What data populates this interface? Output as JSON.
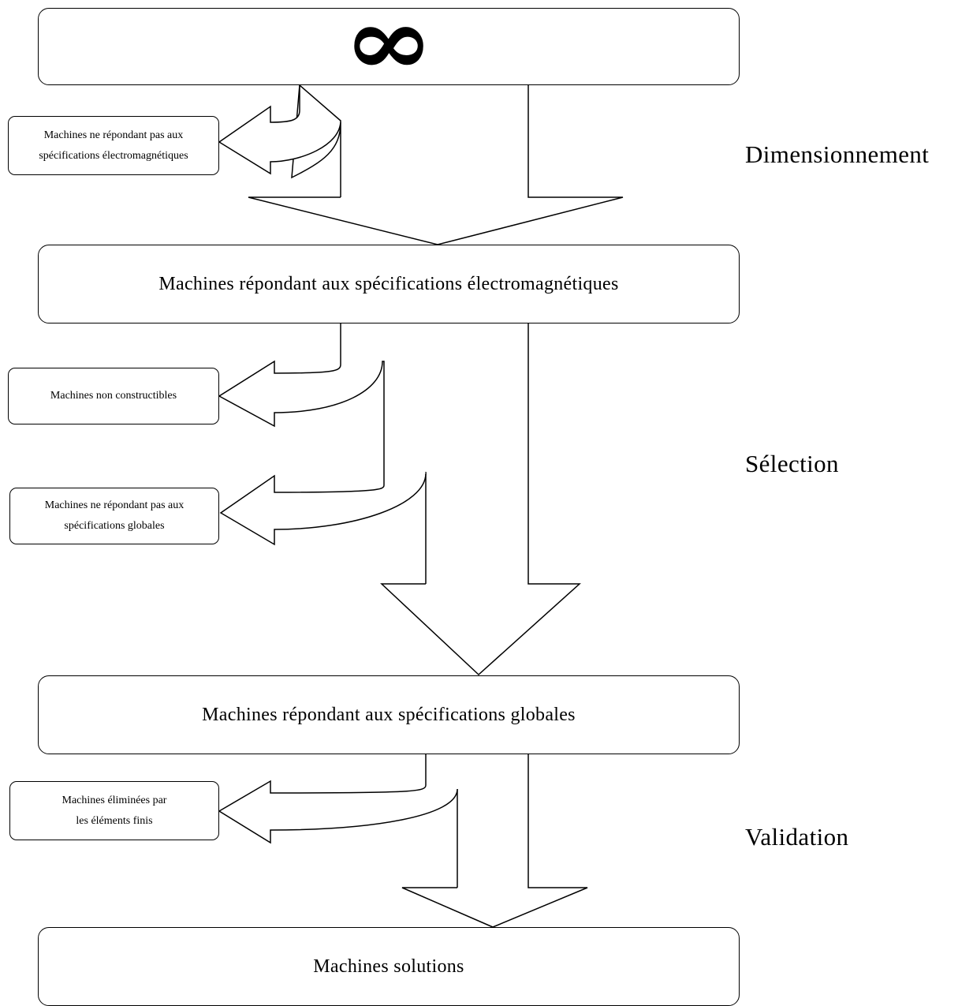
{
  "start": {
    "symbol": "∞"
  },
  "steps": [
    {
      "label": "Machines répondant aux spécifications électromagnétiques"
    },
    {
      "label": "Machines répondant aux spécifications globales"
    },
    {
      "label": "Machines solutions"
    }
  ],
  "rejects": [
    {
      "label": "Machines ne répondant pas aux\nspécifications électromagnétiques"
    },
    {
      "label": "Machines non constructibles"
    },
    {
      "label": "Machines ne répondant pas aux\nspécifications globales"
    },
    {
      "label": "Machines éliminées par\nles éléments finis"
    }
  ],
  "phases": [
    {
      "label": "Dimensionnement"
    },
    {
      "label": "Sélection"
    },
    {
      "label": "Validation"
    }
  ]
}
